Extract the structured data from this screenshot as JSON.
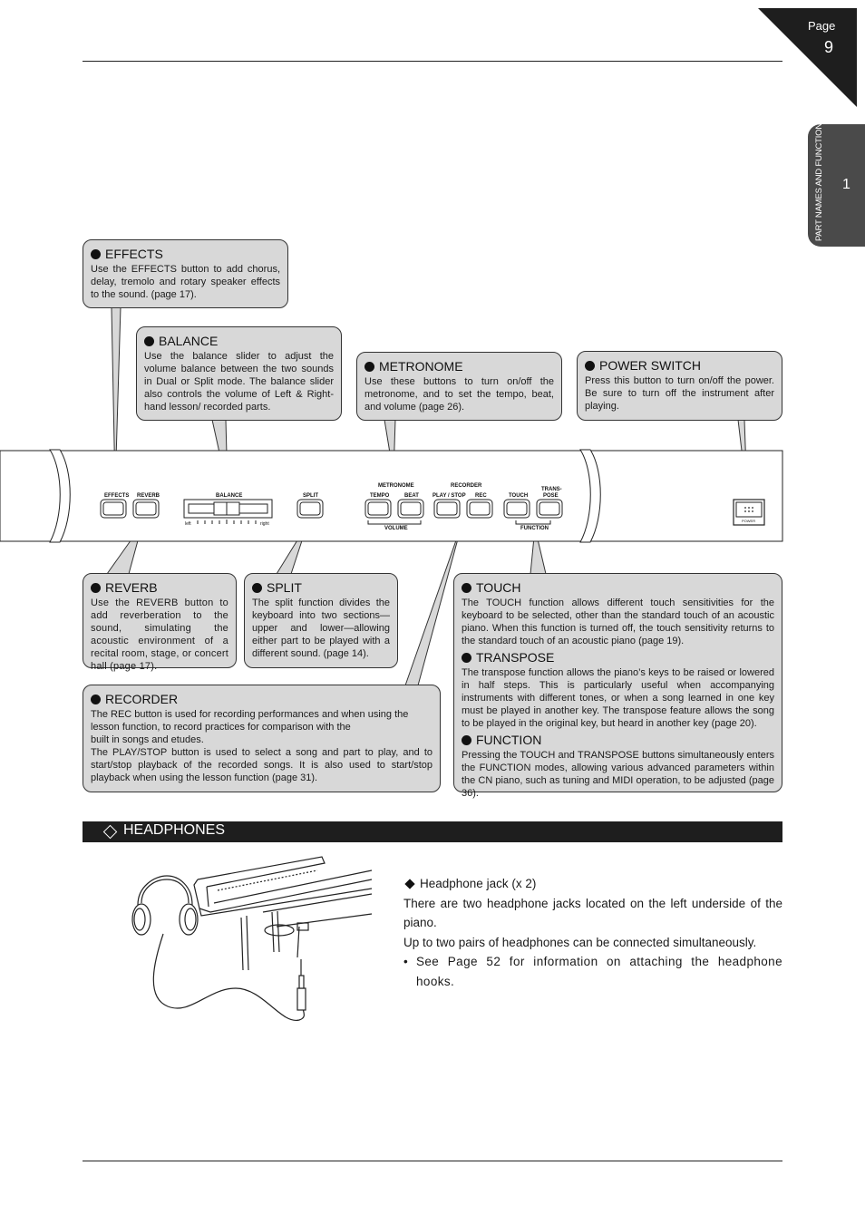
{
  "page": {
    "label": "Page",
    "number": "9"
  },
  "side_tab": {
    "text": "PART NAMES AND FUNCTIONS",
    "number": "1"
  },
  "callouts": {
    "effects": {
      "title": "EFFECTS",
      "text": "Use the EFFECTS button to add chorus, delay, tremolo and rotary speaker effects to the sound. (page 17)."
    },
    "balance": {
      "title": "BALANCE",
      "text": "Use the balance slider to adjust the volume balance between the two sounds in Dual or Split mode. The balance slider also controls the volume of Left & Right-hand lesson/ recorded parts."
    },
    "metronome": {
      "title": "METRONOME",
      "text": "Use these buttons to turn on/off the metronome, and to set the tempo, beat, and volume (page 26)."
    },
    "power": {
      "title": "POWER SWITCH",
      "text": "Press this button to turn on/off the power. Be sure to turn off the instrument after playing."
    },
    "reverb": {
      "title": "REVERB",
      "text": "Use the REVERB button to add reverberation to the sound, simulating the acoustic environment of a recital room, stage, or concert hall (page 17)."
    },
    "split": {
      "title": "SPLIT",
      "text": "The split function divides the keyboard into two sections—upper and lower—allowing either part to be played with a different sound. (page 14)."
    },
    "recorder": {
      "title": "RECORDER",
      "text1": "The REC button is used for recording performances and when using the lesson function, to record practices for comparison with the",
      "text2": "built in songs and etudes.",
      "text3": "The PLAY/STOP button is used to select a song and part to play, and to start/stop playback of the recorded songs. It is also used to start/stop playback when using the lesson function (page 31)."
    },
    "touch": {
      "title": "TOUCH",
      "text": "The TOUCH function allows different touch sensitivities for the keyboard to be selected, other than the standard touch of an acoustic piano. When this function is turned off, the touch sensitivity returns to the standard touch of an acoustic piano (page 19)."
    },
    "transpose": {
      "title": "TRANSPOSE",
      "text": "The transpose function allows the piano’s keys to be raised or lowered in half steps. This is particularly useful when accompanying instruments with different tones, or when a song learned in one key must be played in another key. The transpose feature allows the song to be played in the original key, but heard in another key (page 20)."
    },
    "function": {
      "title": "FUNCTION",
      "text": "Pressing the TOUCH and TRANSPOSE buttons simultaneously enters the FUNCTION modes, allowing various advanced parameters within the CN piano, such as tuning and MIDI operation, to be adjusted (page 36)."
    }
  },
  "panel": {
    "effects": "EFFECTS",
    "reverb": "REVERB",
    "balance": "BALANCE",
    "left": "left",
    "right": "right",
    "split": "SPLIT",
    "metronome": "METRONOME",
    "recorder": "RECORDER",
    "tempo": "TEMPO",
    "beat": "BEAT",
    "play_stop": "PLAY / STOP",
    "rec": "REC",
    "touch": "TOUCH",
    "transpose_1": "TRANS-",
    "transpose_2": "POSE",
    "volume": "VOLUME",
    "function": "FUNCTION",
    "power": "POWER"
  },
  "headphones": {
    "title": "HEADPHONES",
    "jack": "Headphone jack (x 2)",
    "para1": "There are two headphone jacks located on the left underside of the piano.",
    "para2": "Up to two pairs of headphones can be connected simultaneously.",
    "bullet_mark": "•",
    "bullet": "See Page 52 for information on attaching the headphone hooks."
  }
}
